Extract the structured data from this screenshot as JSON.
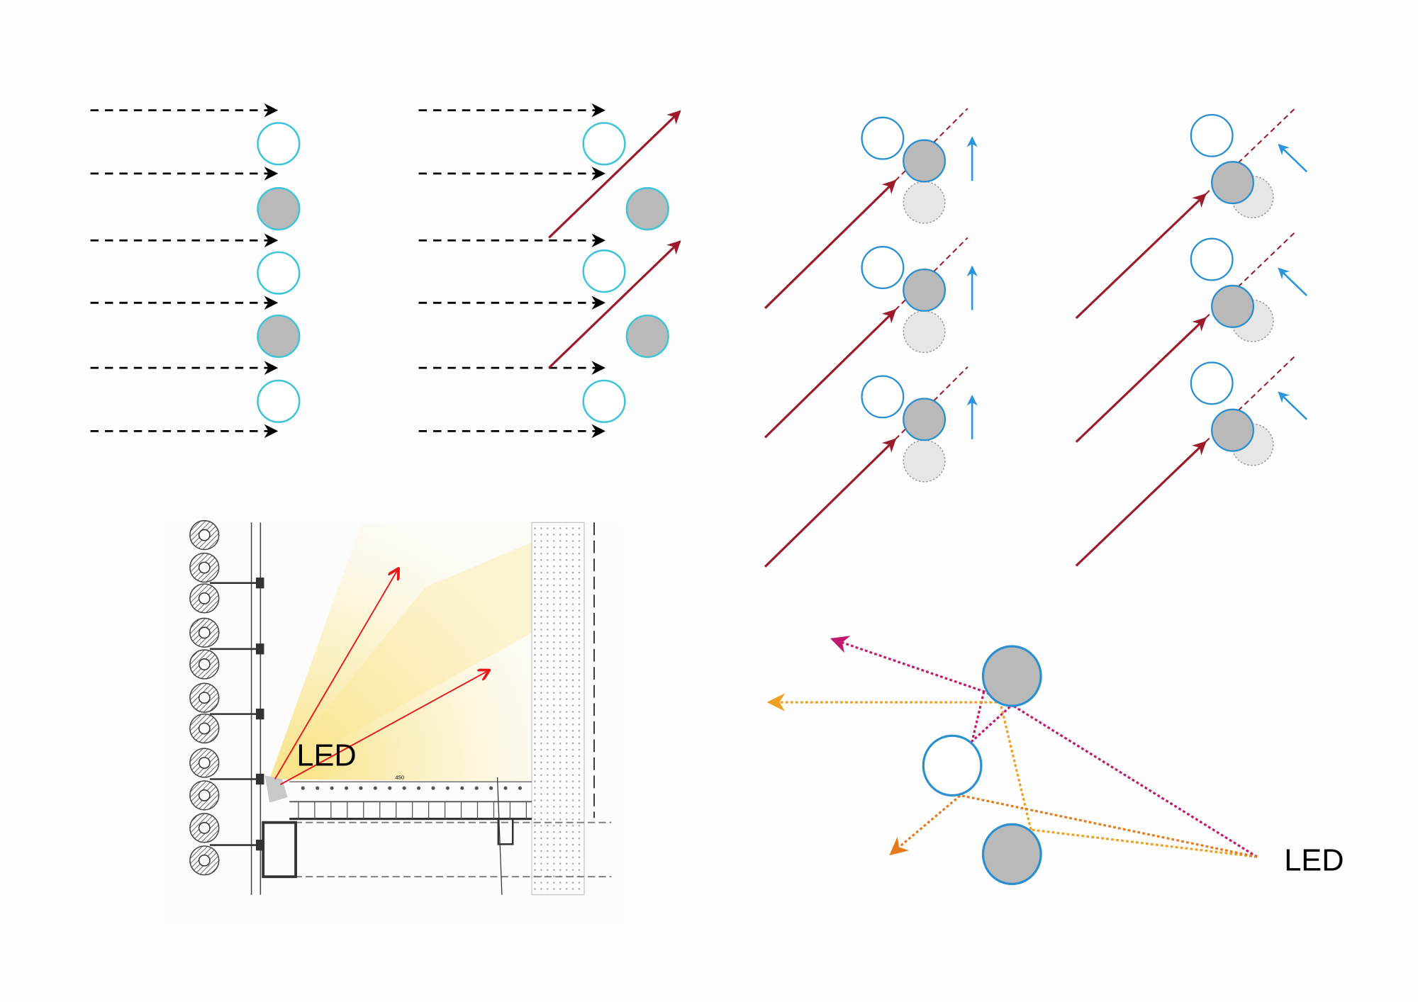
{
  "labels": {
    "led_drawing": "LED",
    "led_reflection": "LED",
    "dimension_text": "450"
  },
  "colors": {
    "white_rod_stroke": "#3fc4d8",
    "gray_rod_fill": "#b9b9b9",
    "blue_stroke": "#2a8fd0",
    "dark_red": "#9b1b2a",
    "blue_arrow": "#2a95dd",
    "red_ray": "#e8171b",
    "magenta": "#c0176f",
    "orange": "#f0a020",
    "dark_orange": "#e87a1c"
  }
}
